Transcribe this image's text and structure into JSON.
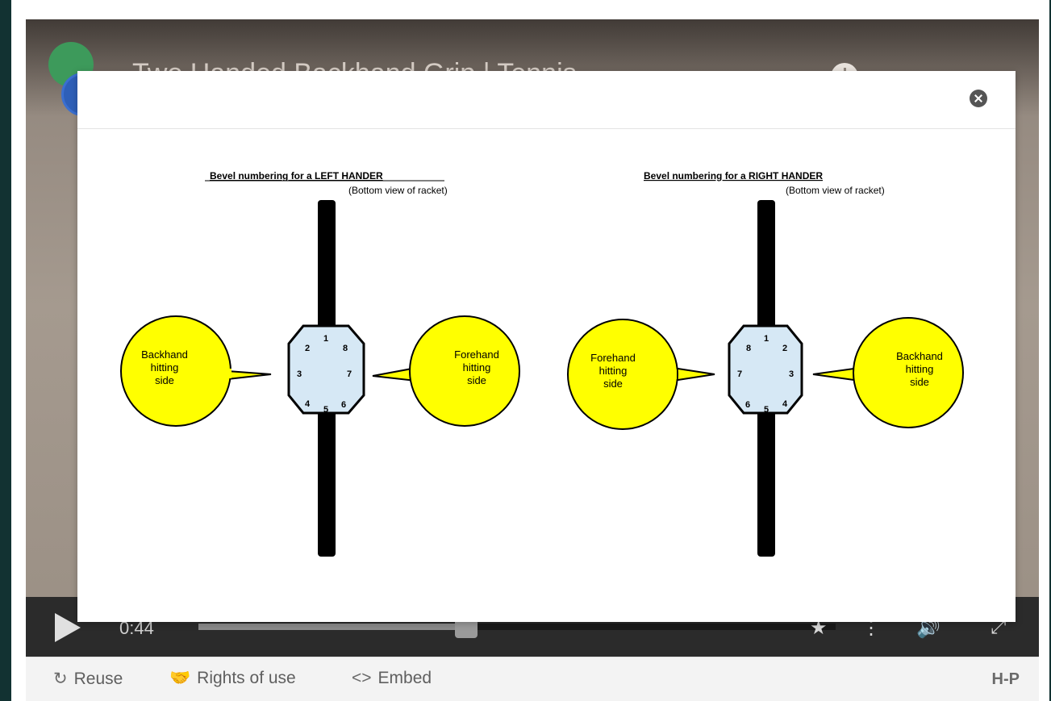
{
  "video": {
    "title": "Two Handed Backhand Grip | Tennis",
    "current_time": "0:44",
    "progress": 0.42
  },
  "footer": {
    "reuse_label": "Reuse",
    "rights_label": "Rights of use",
    "embed_label": "Embed",
    "embed_icon": "<>",
    "brand": "H-P"
  },
  "dialog": {
    "left_title": "Bevel numbering for a LEFT HANDER",
    "right_title": "Bevel numbering for a RIGHT HANDER",
    "left_subtitle": "(Bottom view of racket)",
    "right_subtitle": "(Bottom view of racket)",
    "left_backhand": [
      "Backhand",
      "hitting",
      "side"
    ],
    "left_forehand": [
      "Forehand",
      "hitting",
      "side"
    ],
    "right_forehand": [
      "Forehand",
      "hitting",
      "side"
    ],
    "right_backhand": [
      "Backhand",
      "hitting",
      "side"
    ],
    "left_numbers": [
      "1",
      "8",
      "7",
      "6",
      "5",
      "4",
      "3",
      "2"
    ],
    "right_numbers": [
      "1",
      "2",
      "3",
      "4",
      "5",
      "6",
      "7",
      "8"
    ]
  },
  "colors": {
    "bubble": "#ffff00",
    "octagon": "#d6e8f5",
    "handle": "#000000"
  }
}
